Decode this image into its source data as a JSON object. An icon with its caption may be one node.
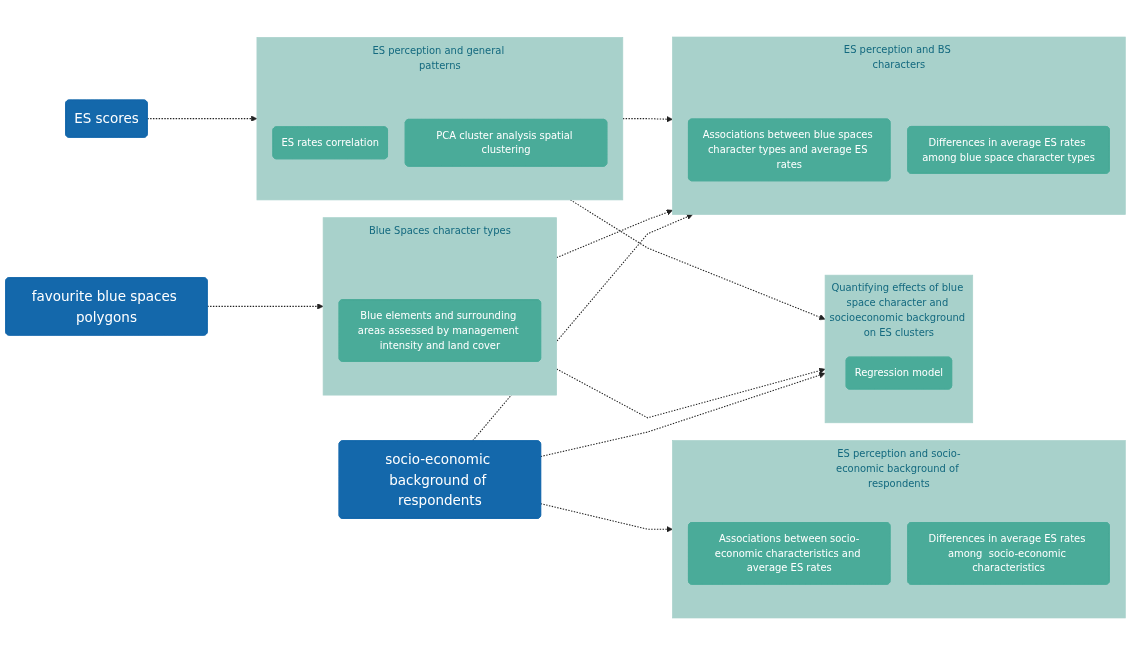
{
  "diagram": {
    "nodes": [
      {
        "text": [
          "favourite blue spaces polygons"
        ]
      },
      {
        "text": [
          "socio-economic background of respondents"
        ]
      },
      {
        "text": [
          "ES scores"
        ]
      },
      {
        "text": [
          "Blue Spaces character types"
        ]
      },
      {
        "text": [
          "Blue elements and surrounding areas assessed by management intensity and land cover"
        ],
        "in": 3
      },
      {
        "text": [
          "ES perception and socio-economic background of respondents"
        ]
      },
      {
        "text": [
          "Associations between socio-economic characteristics and average ES rates"
        ],
        "in": 5
      },
      {
        "text": [
          "Differences in average ES rates among  socio-economic characteristics"
        ],
        "in": 5
      },
      {
        "text": [
          "ES perception and general patterns"
        ]
      },
      {
        "text": [
          "ES rates correlation"
        ],
        "in": 8
      },
      {
        "text": [
          "PCA cluster analysis spatial clustering"
        ],
        "in": 8
      },
      {
        "text": [
          "ES perception and BS characters"
        ]
      },
      {
        "text": [
          "Associations between blue spaces character types and average ES rates"
        ],
        "in": 11
      },
      {
        "text": [
          "Differences in average ES rates among blue space character types"
        ],
        "in": 11
      },
      {
        "text": [
          "Quantifying effects of blue space character and socioeconomic background on ES clusters"
        ]
      },
      {
        "text": [
          "Regression model"
        ],
        "in": 14
      }
    ],
    "edges": [
      {
        "from": 0,
        "to": 3,
        "arrow": "to",
        "style": "dashed"
      },
      {
        "from": 1,
        "to": 5,
        "arrow": "to",
        "style": "dashed"
      },
      {
        "from": 1,
        "to": 11,
        "arrow": "to",
        "style": "dashed"
      },
      {
        "from": 1,
        "to": 14,
        "arrow": "to",
        "style": "dashed"
      },
      {
        "from": 2,
        "to": 8,
        "arrow": "to",
        "style": "dashed"
      },
      {
        "from": 3,
        "to": 11,
        "arrow": "to",
        "style": "dashed"
      },
      {
        "from": 3,
        "to": 14,
        "arrow": "to",
        "style": "dashed"
      },
      {
        "from": 8,
        "to": 11,
        "arrow": "to",
        "style": "dashed"
      },
      {
        "from": 8,
        "to": 14,
        "arrow": "to",
        "style": "dashed"
      }
    ]
  }
}
